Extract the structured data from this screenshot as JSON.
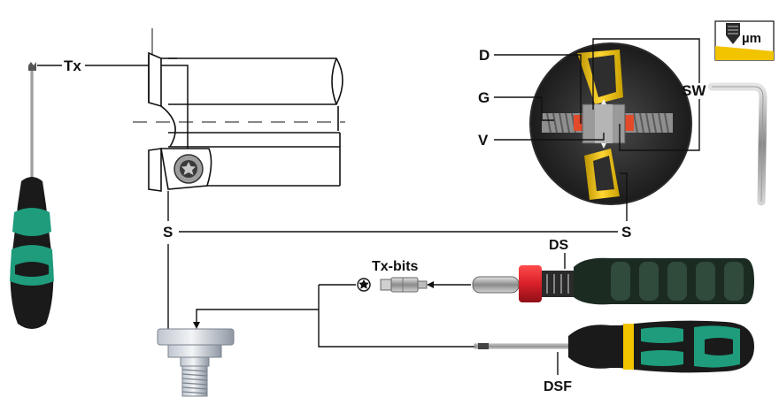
{
  "labels": {
    "tx": "Tx",
    "d": "D",
    "g": "G",
    "v": "V",
    "sw": "SW",
    "s_left": "S",
    "s_right": "S",
    "ds": "DS",
    "tx_bits": "Tx-bits",
    "dsf": "DSF",
    "micron": "µm"
  },
  "icons": {
    "micron_badge": "yellow-wedge-micron-icon",
    "torx_symbol": "torx-star-icon"
  },
  "colors": {
    "handle_green": "#1e9c7c",
    "handle_black": "#1a1a1a",
    "insert_yellow": "#f2c400",
    "collar_red": "#d8202a",
    "line": "#111111"
  }
}
